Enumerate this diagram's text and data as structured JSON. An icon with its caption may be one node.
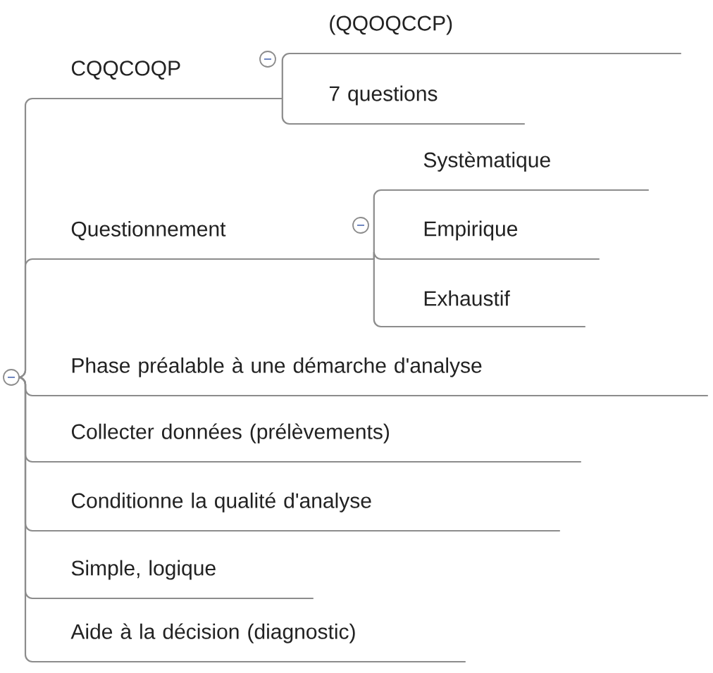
{
  "diagram": {
    "nodes": [
      {
        "text": [],
        "shape": "circle"
      },
      {
        "text": [
          "CQQCOQP"
        ]
      },
      {
        "text": [
          "(QQOQCCP)"
        ]
      },
      {
        "text": [
          "7 questions"
        ]
      },
      {
        "text": [
          "Questionnement"
        ]
      },
      {
        "text": [
          "Systèmatique"
        ]
      },
      {
        "text": [
          "Empirique"
        ]
      },
      {
        "text": [
          "Exhaustif"
        ]
      },
      {
        "text": [
          "Phase préalable à une démarche d'analyse"
        ]
      },
      {
        "text": [
          "Collecter données (prélèvements)"
        ]
      },
      {
        "text": [
          "Conditionne la qualité d'analyse"
        ]
      },
      {
        "text": [
          "Simple, logique"
        ]
      },
      {
        "text": [
          "Aide à la décision (diagnostic)"
        ]
      }
    ],
    "edges": [
      {
        "from": 0,
        "to": 1,
        "arrow": "none"
      },
      {
        "from": 1,
        "to": 2,
        "arrow": "none"
      },
      {
        "from": 1,
        "to": 3,
        "arrow": "none"
      },
      {
        "from": 0,
        "to": 4,
        "arrow": "none"
      },
      {
        "from": 4,
        "to": 5,
        "arrow": "none"
      },
      {
        "from": 4,
        "to": 6,
        "arrow": "none"
      },
      {
        "from": 4,
        "to": 7,
        "arrow": "none"
      },
      {
        "from": 0,
        "to": 8,
        "arrow": "none"
      },
      {
        "from": 0,
        "to": 9,
        "arrow": "none"
      },
      {
        "from": 0,
        "to": 10,
        "arrow": "none"
      },
      {
        "from": 0,
        "to": 11,
        "arrow": "none"
      },
      {
        "from": 0,
        "to": 12,
        "arrow": "none"
      }
    ]
  }
}
